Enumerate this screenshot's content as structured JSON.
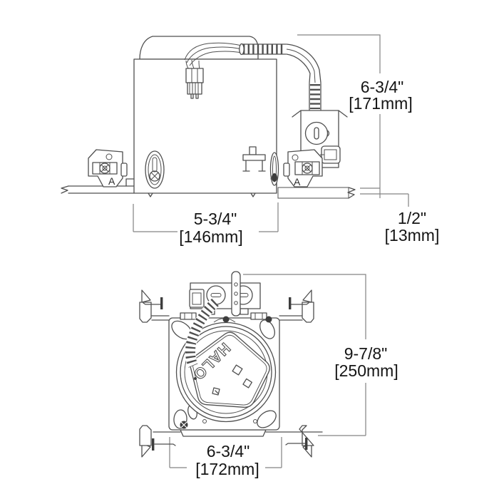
{
  "drawing": {
    "brand": "HALO",
    "colors": {
      "line": "#4f4f4f",
      "dimension_line": "#838383",
      "text": "#151515",
      "background": "#ffffff"
    },
    "side_view": {
      "bracket_label": "A",
      "height_dim": {
        "in": "6-3/4\"",
        "mm": "[171mm]"
      },
      "width_dim": {
        "in": "5-3/4\"",
        "mm": "[146mm]"
      },
      "ceiling_dim": {
        "in": "1/2\"",
        "mm": "[13mm]"
      }
    },
    "plan_view": {
      "brand": "HALO",
      "height_dim": {
        "in": "9-7/8\"",
        "mm": "[250mm]"
      },
      "width_dim": {
        "in": "6-3/4\"",
        "mm": "[172mm]"
      }
    }
  }
}
